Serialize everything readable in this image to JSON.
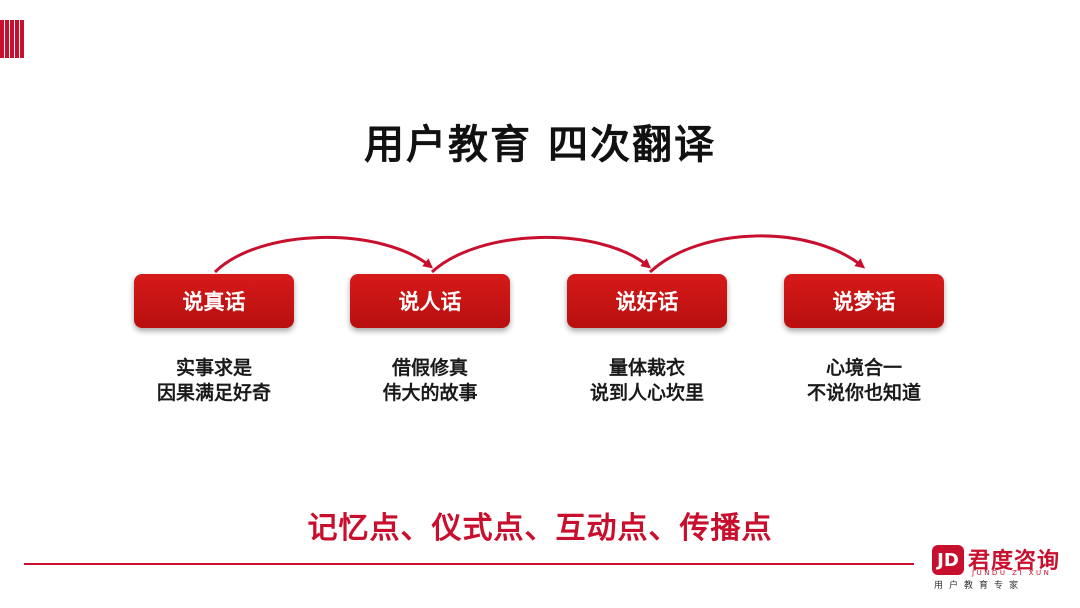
{
  "slide": {
    "title": "用户教育 四次翻译",
    "stages": [
      {
        "label": "说真话",
        "lines": [
          "实事求是",
          "因果满足好奇"
        ]
      },
      {
        "label": "说人话",
        "lines": [
          "借假修真",
          "伟大的故事"
        ]
      },
      {
        "label": "说好话",
        "lines": [
          "量体裁衣",
          "说到人心坎里"
        ]
      },
      {
        "label": "说梦话",
        "lines": [
          "心境合一",
          "不说你也知道"
        ]
      }
    ],
    "summary": "记忆点、仪式点、互动点、传播点"
  },
  "brand": {
    "mark": "JD",
    "name": "君度咨询",
    "pinyin": "JUNDU ZI XUN",
    "tagline": "用户教育专家"
  },
  "colors": {
    "accent": "#c8102e",
    "pill": "#c61414",
    "text": "#111111"
  }
}
